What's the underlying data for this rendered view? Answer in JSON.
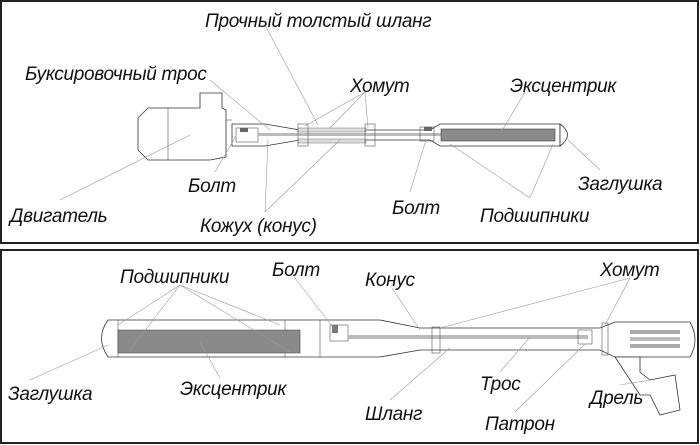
{
  "top_panel": {
    "labels": {
      "hose": "Прочный толстый шланг",
      "tow_cable": "Буксировочный трос",
      "clamp": "Хомут",
      "eccentric": "Эксцентрик",
      "bolt_left": "Болт",
      "plug": "Заглушка",
      "motor": "Двигатель",
      "bolt_right": "Болт",
      "bearings": "Подшипники",
      "casing": "Кожух (конус)"
    }
  },
  "bottom_panel": {
    "labels": {
      "bearings": "Подшипники",
      "bolt": "Болт",
      "cone": "Конус",
      "clamp": "Хомут",
      "plug": "Заглушка",
      "eccentric": "Эксцентрик",
      "cable": "Трос",
      "drill": "Дрель",
      "hose": "Шланг",
      "chuck": "Патрон"
    }
  }
}
